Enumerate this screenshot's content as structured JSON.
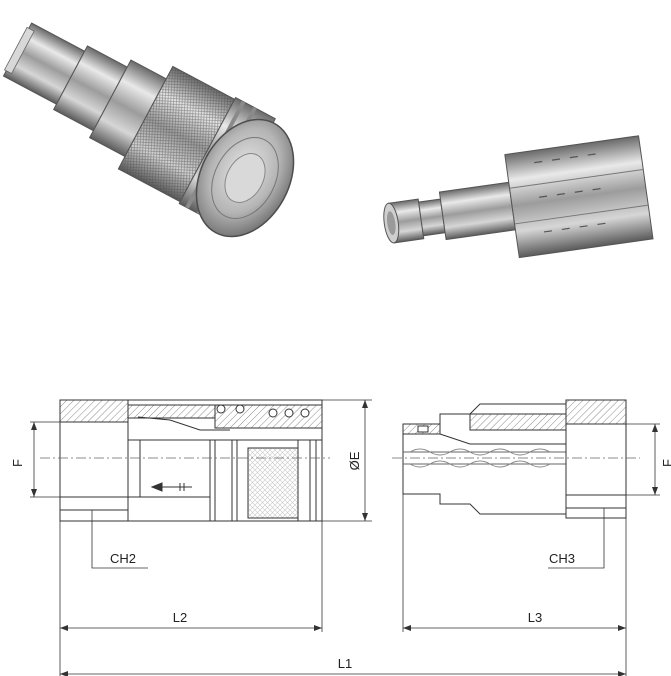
{
  "labels": {
    "F_left": "F",
    "F_right": "F",
    "OE": "ØE",
    "CH2": "CH2",
    "CH3": "CH3",
    "L1": "L1",
    "L2": "L2",
    "L3": "L3"
  },
  "colors": {
    "line": "#333333",
    "hatch": "#777777",
    "metal_light": "#e6e6e6",
    "metal_mid": "#b9b9b9",
    "metal_dark": "#6f6f6f"
  },
  "icons": [
    "flow-arrow-icon"
  ]
}
